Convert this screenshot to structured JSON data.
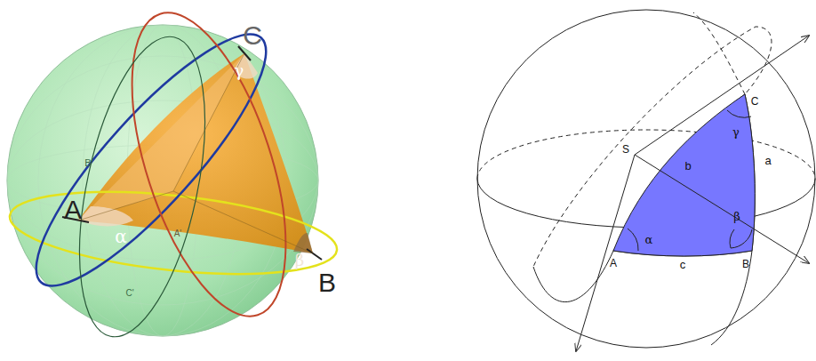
{
  "diagram": {
    "labels": [
      "C",
      "γ",
      "B'",
      "A",
      "α",
      "A'",
      "β",
      "B",
      "C'",
      "C",
      "γ",
      "S",
      "b",
      "a",
      "β",
      "α",
      "A",
      "c",
      "B"
    ]
  }
}
